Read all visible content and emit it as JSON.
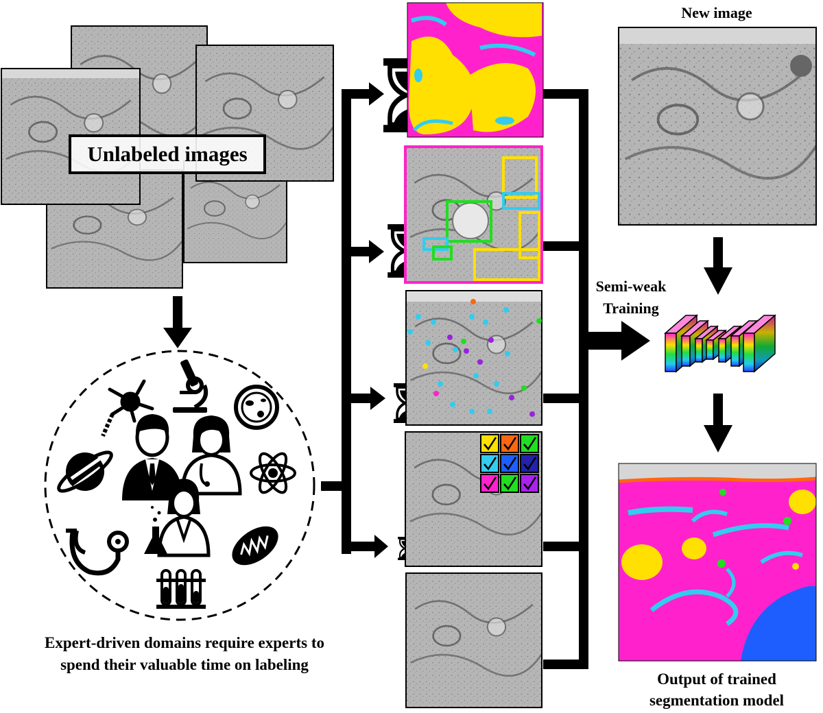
{
  "labels": {
    "unlabeled_images": "Unlabeled images",
    "caption_line1": "Expert-driven domains require experts to",
    "caption_line2": "spend their valuable time on labeling",
    "new_image": "New image",
    "semi_weak_line1": "Semi-weak",
    "semi_weak_line2": "Training",
    "output_line1": "Output of trained",
    "output_line2": "segmentation model"
  },
  "colors": {
    "magenta": "#ff22cc",
    "yellow": "#ffe000",
    "cyan": "#33ccee",
    "green": "#22dd22",
    "orange": "#ff6611",
    "blue": "#1e5eff",
    "purple": "#9922dd",
    "black": "#000000",
    "em_gray": "#a8a8a8"
  },
  "icons": [
    "neuron-icon",
    "microscope-icon",
    "petri-dish-icon",
    "planet-icon",
    "doctor-icon",
    "scientist-icon",
    "atom-icon",
    "stethoscope-icon",
    "mitochondria-icon",
    "test-tubes-icon",
    "flask-icon"
  ],
  "annotation_types": [
    "dense-mask",
    "bounding-boxes",
    "points",
    "image-tags",
    "no-label"
  ],
  "tag_grid_colors": [
    "#ffe000",
    "#ff6611",
    "#22dd22",
    "#33ccee",
    "#1e5eff",
    "#2222aa",
    "#ff22cc",
    "#22dd22",
    "#aa22ee"
  ]
}
